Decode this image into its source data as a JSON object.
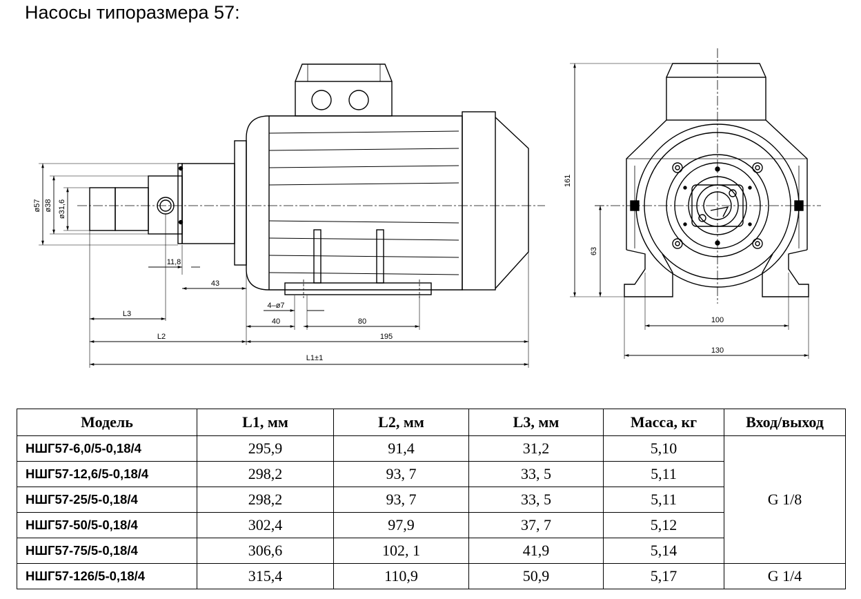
{
  "heading": "Насосы типоразмера 57:",
  "drawing": {
    "dimensions": {
      "d57": "ø57",
      "d38": "ø38",
      "d31_6": "ø31,6",
      "d11_8": "11,8",
      "d43": "43",
      "l3": "L3",
      "holes": "4–ø7",
      "d40": "40",
      "d80": "80",
      "l2": "L2",
      "d195": "195",
      "l1": "L1±1",
      "h161": "161",
      "h63": "63",
      "w100": "100",
      "w130": "130"
    }
  },
  "table": {
    "headers": [
      "Модель",
      "L1, мм",
      "L2, мм",
      "L3, мм",
      "Масса, кг",
      "Вход/выход"
    ],
    "rows": [
      {
        "model": "НШГ57-6,0/5-0,18/4",
        "l1": "295,9",
        "l2": "91,4",
        "l3": "31,2",
        "mass": "5,10"
      },
      {
        "model": "НШГ57-12,6/5-0,18/4",
        "l1": "298,2",
        "l2": "93, 7",
        "l3": "33, 5",
        "mass": "5,11"
      },
      {
        "model": "НШГ57-25/5-0,18/4",
        "l1": "298,2",
        "l2": "93, 7",
        "l3": "33, 5",
        "mass": "5,11"
      },
      {
        "model": "НШГ57-50/5-0,18/4",
        "l1": "302,4",
        "l2": "97,9",
        "l3": "37, 7",
        "mass": "5,12"
      },
      {
        "model": "НШГ57-75/5-0,18/4",
        "l1": "306,6",
        "l2": "102, 1",
        "l3": "41,9",
        "mass": "5,14"
      },
      {
        "model": "НШГ57-126/5-0,18/4",
        "l1": "315,4",
        "l2": "110,9",
        "l3": "50,9",
        "mass": "5,17"
      }
    ],
    "port_group_a": "G 1/8",
    "port_group_b": "G 1/4"
  }
}
